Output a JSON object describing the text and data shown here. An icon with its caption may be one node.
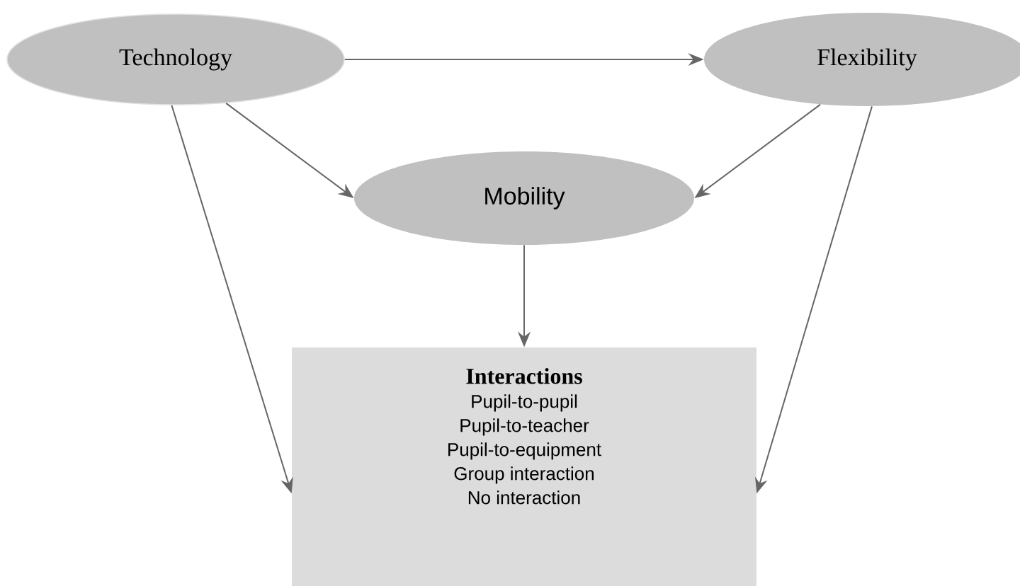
{
  "diagram": {
    "nodes": [
      {
        "text": [
          "Technology"
        ]
      },
      {
        "text": [
          "Flexibility"
        ]
      },
      {
        "text": [
          "Mobility"
        ]
      },
      {
        "text": [
          "Interactions",
          "Pupil-to-pupil",
          "Pupil-to-teacher",
          "Pupil-to-equipment",
          "Group interaction",
          "No interaction"
        ]
      }
    ],
    "edges": [
      {
        "from": 0,
        "to": 1,
        "arrow": "to"
      },
      {
        "from": 0,
        "to": 2,
        "arrow": "to"
      },
      {
        "from": 1,
        "to": 2,
        "arrow": "to"
      },
      {
        "from": 2,
        "to": 3,
        "arrow": "to"
      },
      {
        "from": 0,
        "to": 3,
        "arrow": "to"
      },
      {
        "from": 1,
        "to": 3,
        "arrow": "to"
      }
    ]
  }
}
